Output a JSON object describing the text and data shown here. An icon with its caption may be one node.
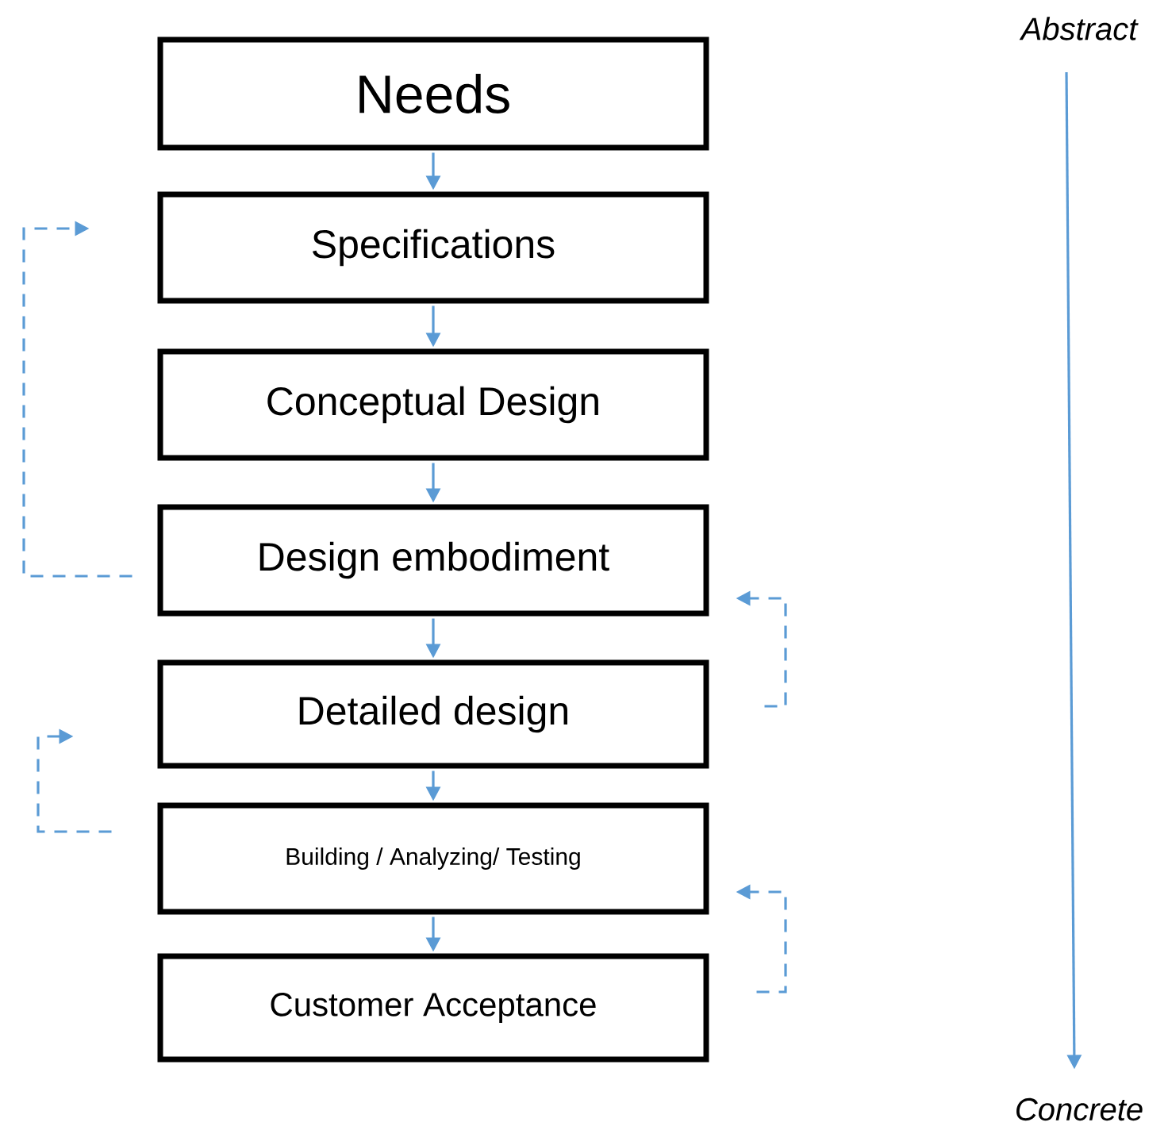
{
  "diagram": {
    "nodes": [
      {
        "text": [
          "Needs"
        ]
      },
      {
        "text": [
          "Specifications"
        ]
      },
      {
        "text": [
          "Conceptual  Design"
        ]
      },
      {
        "text": [
          "Design embodiment"
        ]
      },
      {
        "text": [
          "Detailed design"
        ]
      },
      {
        "text": [
          "Building / Analyzing/ Testing"
        ]
      },
      {
        "text": [
          "Customer Acceptance"
        ]
      },
      {
        "text": [
          "Abstract"
        ]
      },
      {
        "text": [
          "Concrete"
        ]
      }
    ],
    "edges": [
      {
        "from": 0,
        "to": 1,
        "arrow": "to"
      },
      {
        "from": 1,
        "to": 2,
        "arrow": "to"
      },
      {
        "from": 2,
        "to": 3,
        "arrow": "to"
      },
      {
        "from": 3,
        "to": 4,
        "arrow": "to"
      },
      {
        "from": 4,
        "to": 5,
        "arrow": "to"
      },
      {
        "from": 5,
        "to": 6,
        "arrow": "to"
      },
      {
        "from": 3,
        "to": 1,
        "arrow": "to",
        "style": "dashed"
      },
      {
        "from": 4,
        "to": 3,
        "arrow": "to",
        "style": "dashed"
      },
      {
        "from": 5,
        "to": 4,
        "arrow": "to",
        "style": "dashed"
      },
      {
        "from": 6,
        "to": 5,
        "arrow": "to",
        "style": "dashed"
      },
      {
        "from": 7,
        "to": 8,
        "arrow": "to"
      }
    ]
  }
}
